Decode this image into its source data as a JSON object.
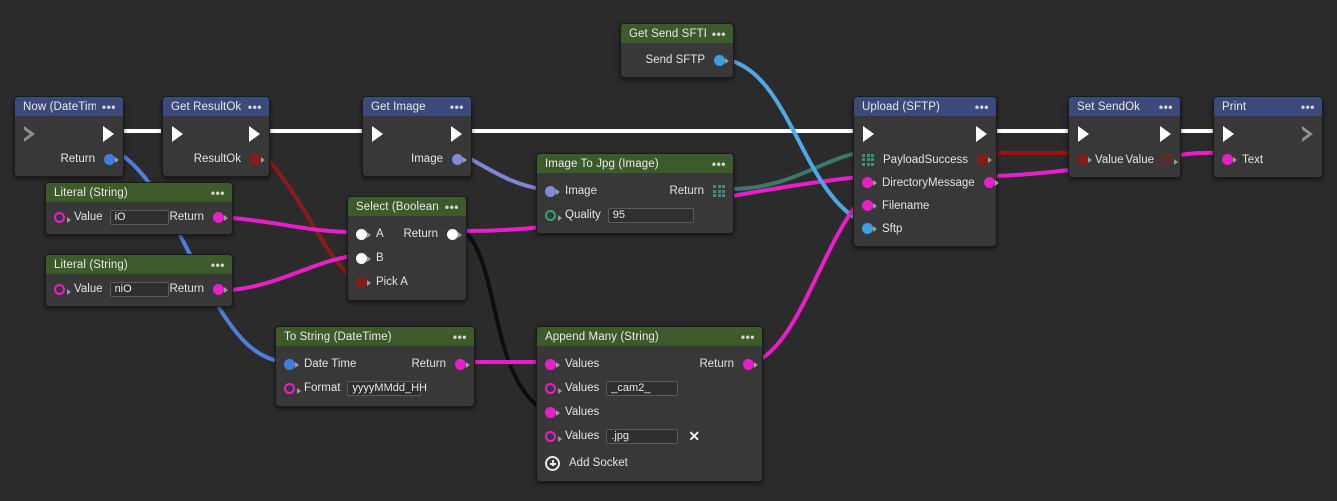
{
  "canvas": {
    "background": "#2b2b2b",
    "wire_colors": {
      "exec": "#ffffff",
      "blue": "#4da8e8",
      "periwinkle": "#7f86d8",
      "magenta": "#e81ec8",
      "dark_red": "#8b1a1a",
      "teal": "#3a7a6a",
      "black": "#0a0a0a"
    },
    "socket_colors": {
      "exec": "#ffffff",
      "blue": "#3d7fe0",
      "periwinkle": "#8289d6",
      "magenta": "#e81ec8",
      "dark_red": "#8b1a1a",
      "teal": "#3e8f78",
      "white": "#ffffff",
      "green": "#2ea56a"
    },
    "header_colors": {
      "blue": "#3b4a7a",
      "green": "#3c5a2a"
    }
  },
  "nodes": {
    "now": {
      "title": "Now (DateTime)",
      "menu": "node-menu",
      "outputs": [
        {
          "label": "Return"
        }
      ]
    },
    "get_result_ok": {
      "title": "Get ResultOk",
      "outputs": [
        {
          "label": "ResultOk"
        }
      ]
    },
    "get_image": {
      "title": "Get Image",
      "outputs": [
        {
          "label": "Image"
        }
      ]
    },
    "get_send_sftp": {
      "title": "Get Send SFTP",
      "outputs": [
        {
          "label": "Send SFTP"
        }
      ]
    },
    "literal_1": {
      "title": "Literal (String)",
      "value_label": "Value",
      "value": "iO",
      "return_label": "Return"
    },
    "literal_2": {
      "title": "Literal (String)",
      "value_label": "Value",
      "value": "niO",
      "return_label": "Return"
    },
    "select_boolean": {
      "title": "Select (Boolean)",
      "inputs": [
        {
          "label": "A"
        },
        {
          "label": "B"
        },
        {
          "label": "Pick A"
        }
      ],
      "outputs": [
        {
          "label": "Return"
        }
      ]
    },
    "image_to_jpg": {
      "title": "Image To Jpg (Image)",
      "image_label": "Image",
      "return_label": "Return",
      "quality_label": "Quality",
      "quality_value": "95"
    },
    "to_string_datetime": {
      "title": "To String (DateTime)",
      "datetime_label": "Date Time",
      "return_label": "Return",
      "format_label": "Format",
      "format_value": "yyyyMMdd_HH"
    },
    "append_many": {
      "title": "Append Many (String)",
      "return_label": "Return",
      "values": [
        {
          "label": "Values",
          "value": null,
          "connected": true
        },
        {
          "label": "Values",
          "value": "_cam2_",
          "connected": false
        },
        {
          "label": "Values",
          "value": null,
          "connected": true
        },
        {
          "label": "Values",
          "value": ".jpg",
          "connected": false,
          "removable": true
        }
      ],
      "add_socket_label": "Add Socket"
    },
    "upload_sftp": {
      "title": "Upload (SFTP)",
      "inputs": [
        {
          "label": "Payload"
        },
        {
          "label": "Directory"
        },
        {
          "label": "Filename"
        },
        {
          "label": "Sftp"
        }
      ],
      "outputs": [
        {
          "label": "Success"
        },
        {
          "label": "Message"
        }
      ]
    },
    "set_send_ok": {
      "title": "Set SendOk",
      "input_label": "Value",
      "output_label": "Value"
    },
    "print": {
      "title": "Print",
      "input_label": "Text"
    }
  }
}
